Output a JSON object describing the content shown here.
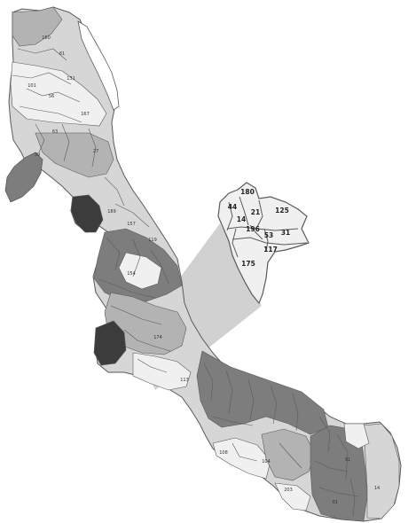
{
  "map": {
    "colors": {
      "background": "#ffffff",
      "border": "#5a5a5a",
      "tone_lightest": "#f0f0f0",
      "tone_light": "#d6d6d6",
      "tone_mid": "#b3b3b3",
      "tone_dark": "#7d7d7d",
      "tone_darkest": "#3c3c3c",
      "callout_wedge": "#c9c9c9"
    },
    "main_labels": {
      "north_top": "160",
      "north_1": "61",
      "north_2": "131",
      "north_3": "101",
      "north_4": "56",
      "north_5": "167",
      "north_6": "63",
      "north_7": "39",
      "north_8": "27",
      "north_9": "189",
      "mid_1": "157",
      "mid_2": "119",
      "mid_3": "154",
      "mid_4": "174",
      "mid_5": "113",
      "south_1": "108",
      "south_2": "104",
      "south_3": "203",
      "south_4": "91",
      "south_5": "61",
      "south_6": "14"
    },
    "inset": {
      "labels": [
        "180",
        "44",
        "21",
        "125",
        "14",
        "196",
        "53",
        "31",
        "117",
        "175"
      ]
    }
  }
}
